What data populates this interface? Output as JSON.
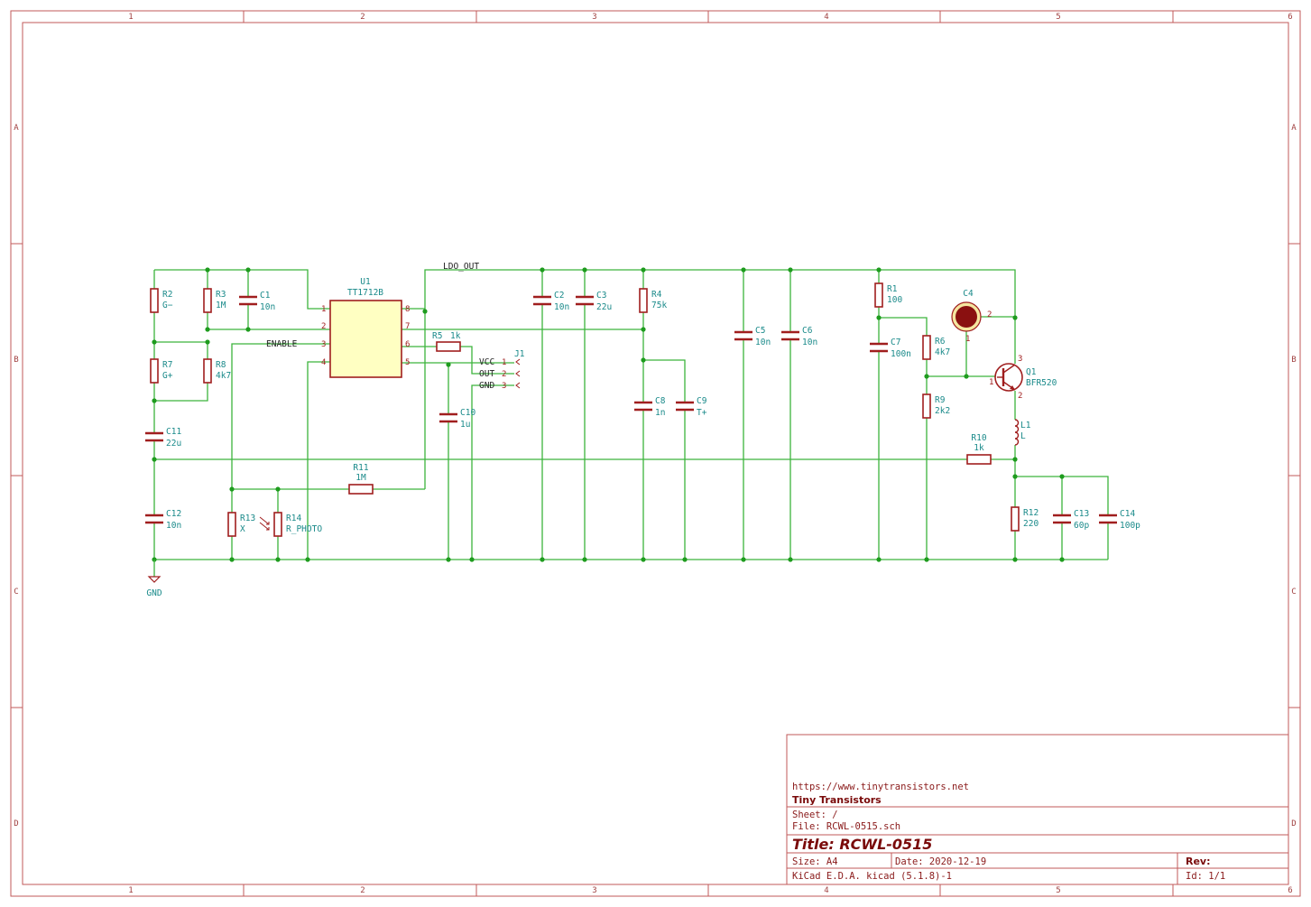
{
  "frame": {
    "columns": [
      "1",
      "2",
      "3",
      "4",
      "5",
      "6"
    ],
    "rows": [
      "A",
      "B",
      "C",
      "D"
    ]
  },
  "colors": {
    "wire": "#3cb43c",
    "part": "#a01e1e",
    "text": "#1a8a8a",
    "ic_fill": "#ffffc2"
  },
  "components": {
    "R2": {
      "ref": "R2",
      "value": "G−"
    },
    "R3": {
      "ref": "R3",
      "value": "1M"
    },
    "C1": {
      "ref": "C1",
      "value": "10n"
    },
    "R7": {
      "ref": "R7",
      "value": "G+"
    },
    "R8": {
      "ref": "R8",
      "value": "4k7"
    },
    "C11": {
      "ref": "C11",
      "value": "22u"
    },
    "C12": {
      "ref": "C12",
      "value": "10n"
    },
    "R13": {
      "ref": "R13",
      "value": "X"
    },
    "R14": {
      "ref": "R14",
      "value": "R_PHOTO"
    },
    "R11": {
      "ref": "R11",
      "value": "1M"
    },
    "R5": {
      "ref": "R5",
      "value": "1k"
    },
    "C10": {
      "ref": "C10",
      "value": "1u"
    },
    "C2": {
      "ref": "C2",
      "value": "10n"
    },
    "C3": {
      "ref": "C3",
      "value": "22u"
    },
    "R4": {
      "ref": "R4",
      "value": "75k"
    },
    "C8": {
      "ref": "C8",
      "value": "1n"
    },
    "C9": {
      "ref": "C9",
      "value": "T+"
    },
    "C5": {
      "ref": "C5",
      "value": "10n"
    },
    "C6": {
      "ref": "C6",
      "value": "10n"
    },
    "R1": {
      "ref": "R1",
      "value": "100"
    },
    "C7": {
      "ref": "C7",
      "value": "100n"
    },
    "R6": {
      "ref": "R6",
      "value": "4k7"
    },
    "R9": {
      "ref": "R9",
      "value": "2k2"
    },
    "R10": {
      "ref": "R10",
      "value": "1k"
    },
    "L1": {
      "ref": "L1",
      "value": "L"
    },
    "R12": {
      "ref": "R12",
      "value": "220"
    },
    "C13": {
      "ref": "C13",
      "value": "60p"
    },
    "C14": {
      "ref": "C14",
      "value": "100p"
    },
    "Q1": {
      "ref": "Q1",
      "value": "BFR520",
      "pins": [
        "1",
        "2",
        "3"
      ]
    },
    "C4": {
      "ref": "C4",
      "pins": [
        "1",
        "2"
      ]
    },
    "U1": {
      "ref": "U1",
      "value": "TT1712B",
      "pins": [
        "1",
        "2",
        "3",
        "4",
        "5",
        "6",
        "7",
        "8"
      ]
    },
    "J1": {
      "ref": "J1",
      "pins": [
        {
          "name": "VCC",
          "num": "1"
        },
        {
          "name": "OUT",
          "num": "2"
        },
        {
          "name": "GND",
          "num": "3"
        }
      ]
    }
  },
  "nets": {
    "enable": "ENABLE",
    "ldo_out": "LDO_OUT",
    "gnd": "GND"
  },
  "title_block": {
    "url": "https://www.tinytransistors.net",
    "company": "Tiny Transistors",
    "sheet": "Sheet: /",
    "file": "File: RCWL-0515.sch",
    "title": "Title: RCWL-0515",
    "size": "Size: A4",
    "date": "Date: 2020-12-19",
    "rev": "Rev:",
    "tool": "KiCad E.D.A.  kicad (5.1.8)-1",
    "id": "Id: 1/1"
  }
}
